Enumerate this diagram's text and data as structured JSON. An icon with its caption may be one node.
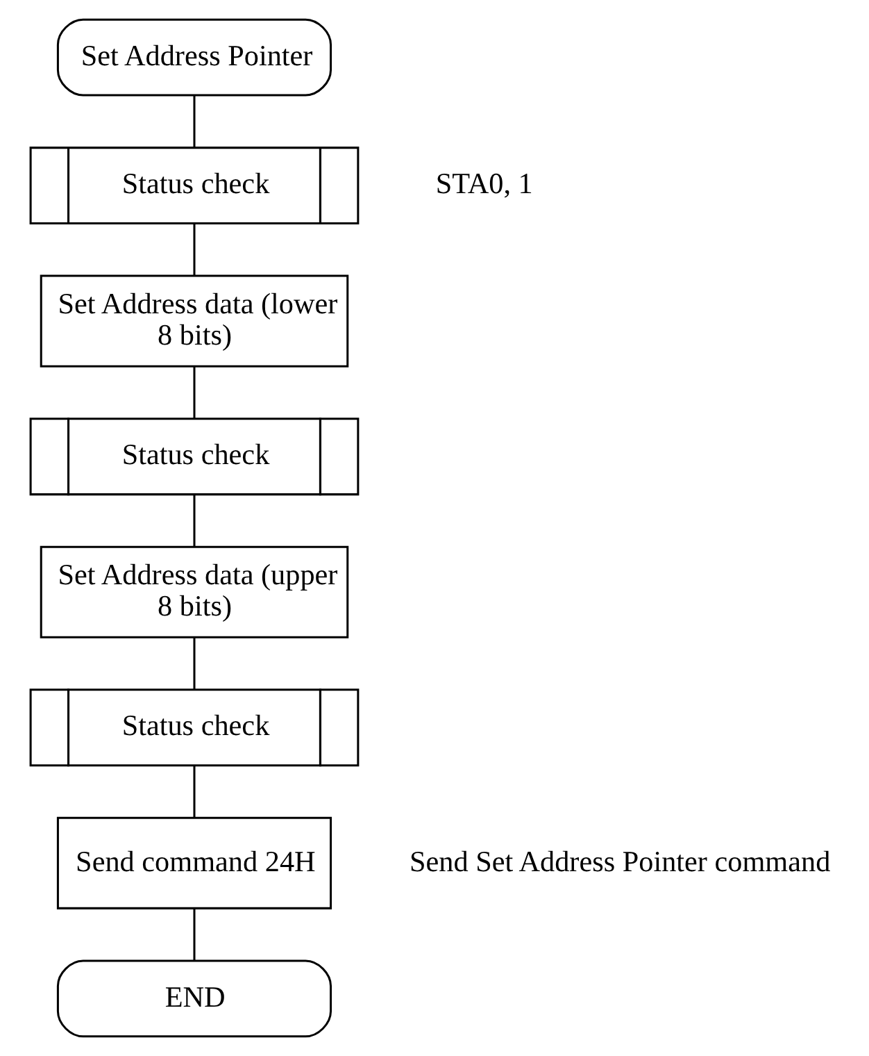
{
  "diagram": {
    "nodes": [
      {
        "text": [
          "Set Address Pointer"
        ]
      },
      {
        "text": [
          "Status check"
        ],
        "beside": [
          "STA0, 1"
        ]
      },
      {
        "text": [
          "Set Address data (lower 8 bits)"
        ]
      },
      {
        "text": [
          "Status check"
        ]
      },
      {
        "text": [
          "Set Address data (upper 8 bits)"
        ]
      },
      {
        "text": [
          "Status check"
        ]
      },
      {
        "text": [
          "Send command 24H"
        ],
        "beside": [
          "Send Set Address Pointer command"
        ]
      },
      {
        "text": [
          "END"
        ]
      }
    ],
    "edges": [
      {
        "from": 0,
        "to": 1,
        "arrow": "none"
      },
      {
        "from": 1,
        "to": 2,
        "arrow": "none"
      },
      {
        "from": 2,
        "to": 3,
        "arrow": "none"
      },
      {
        "from": 3,
        "to": 4,
        "arrow": "none"
      },
      {
        "from": 4,
        "to": 5,
        "arrow": "none"
      },
      {
        "from": 5,
        "to": 6,
        "arrow": "none"
      },
      {
        "from": 6,
        "to": 7,
        "arrow": "none"
      }
    ]
  }
}
